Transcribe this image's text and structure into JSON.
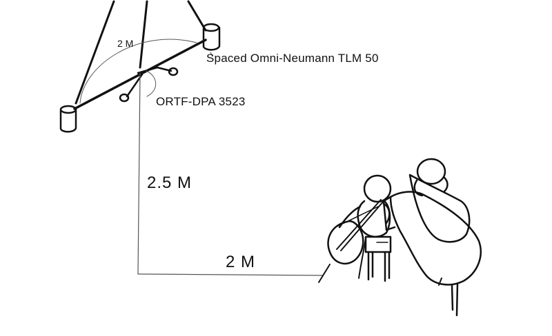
{
  "labels": {
    "spaced_pair_width": "2 M",
    "spaced_omni": "Spaced Omni-Neumann TLM 50",
    "ortf": "ORTF-DPA 3523",
    "height": "2.5 M",
    "distance": "2 M"
  },
  "colors": {
    "ink": "#111111",
    "thin_line": "#555555",
    "paper": "#ffffff"
  }
}
